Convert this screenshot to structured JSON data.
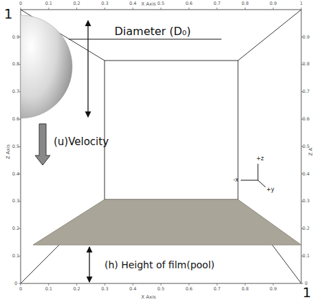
{
  "diagram": {
    "labels": [
      "1",
      "Diameter (D₀)",
      "(u)Velocity",
      "(h) Height of film(pool)",
      "1",
      "+z",
      "-x",
      "+y",
      "X Axis",
      "X Axis",
      "Z Axis",
      "Z A",
      "0",
      "0.1",
      "0.2",
      "0.3",
      "0.4",
      "0.5",
      "0.6",
      "0.7",
      "0.8",
      "0.9",
      "1",
      "0",
      "0.1",
      "0.2",
      "0.3",
      "0.4",
      "0.5",
      "0.6",
      "0.7",
      "0.8",
      "0.9",
      "0",
      "0.1",
      "0.2",
      "0.3",
      "0.4",
      "0.5",
      "0.6",
      "0.7",
      "0.8",
      "0.9",
      "0",
      "0.1",
      "0.2",
      "0.3",
      "0.4",
      "0.5",
      "0.6",
      "0.7",
      "0.8",
      "0.9"
    ]
  }
}
